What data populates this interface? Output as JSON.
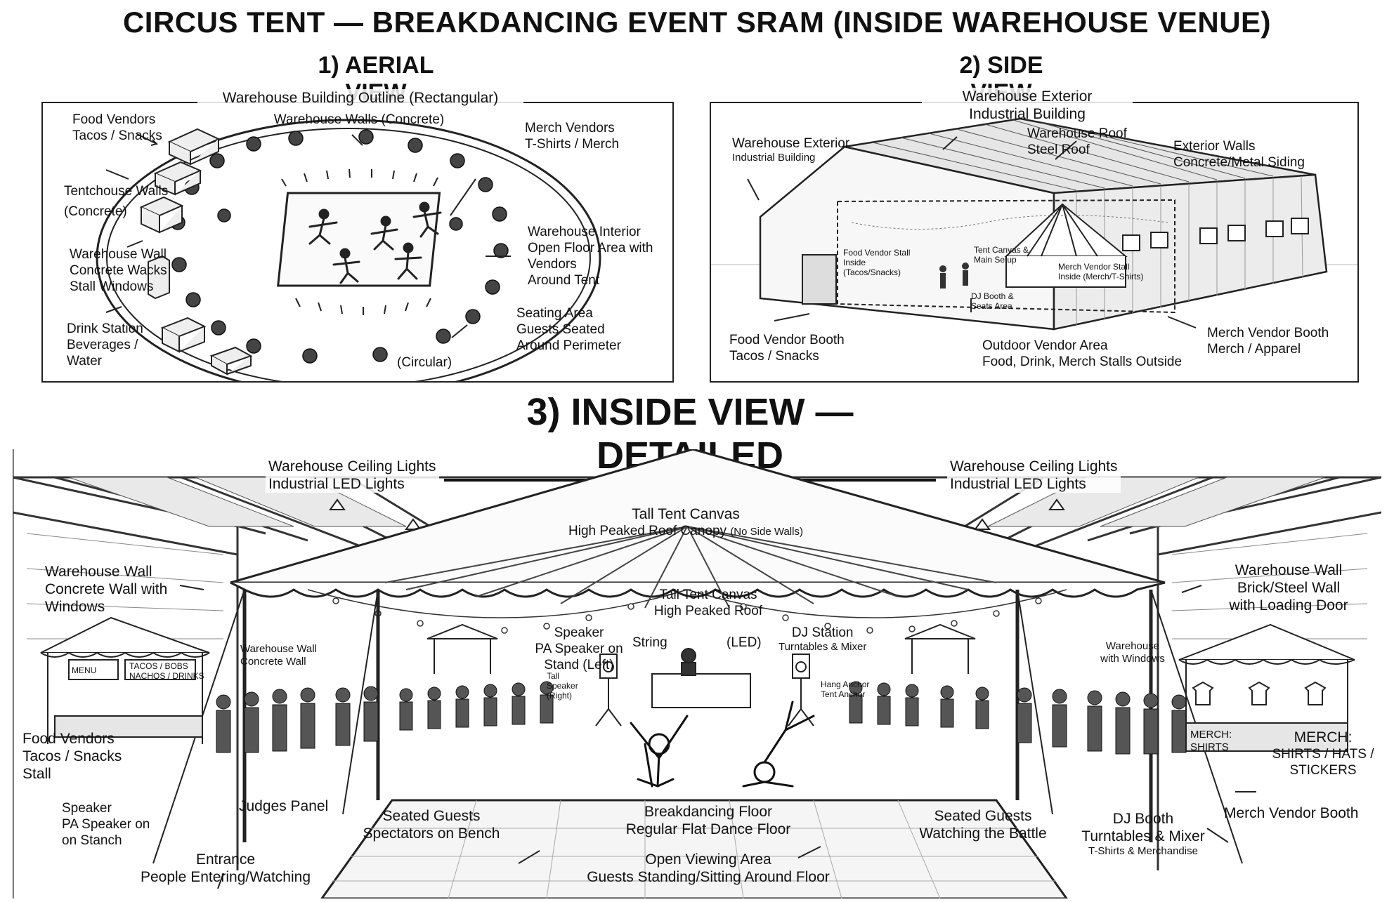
{
  "title": "CIRCUS TENT — BREAKDANCING EVENT SRAM (INSIDE WAREHOUSE VENUE)",
  "aerial": {
    "heading": "1) AERIAL VIEW",
    "outline_label": "Warehouse Building Outline (Rectangular)",
    "walls_label": "Warehouse Walls (Concrete)",
    "food_vendors": [
      "Food Vendors",
      "Tacos / Snacks"
    ],
    "merch_vendors": [
      "Merch Vendors",
      "T-Shirts / Merch"
    ],
    "tenthouse_walls": [
      "Tentchouse Walls",
      "(Concrete)"
    ],
    "warehouse_wall": [
      "Warehouse Wall",
      "Concrete Wacks",
      "Stall Windows"
    ],
    "interior": [
      "Warehouse Interior",
      "Open Floor Area with",
      "Vendors",
      "Around Tent"
    ],
    "seating": [
      "Seating Area",
      "Guests Seated",
      "Around Perimeter"
    ],
    "drink_station": [
      "Drink Station",
      "Beverages /",
      "Water"
    ],
    "circular": "(Circular)"
  },
  "side": {
    "heading": "2) SIDE VIEW",
    "exterior_top": [
      "Warehouse Exterior",
      "Industrial Building"
    ],
    "exterior_left": [
      "Warehouse Exterior",
      "Industrial Building"
    ],
    "roof": [
      "Warehouse Roof",
      "Steel Roof"
    ],
    "exterior_walls": [
      "Exterior Walls",
      "Concrete/Metal Siding"
    ],
    "food_stall_inside": [
      "Food Vendor Stall",
      "Inside",
      "(Tacos/Snacks)"
    ],
    "merch_stall_inside": [
      "Merch Vendor Stall",
      "Inside (Merch/T-Shirts)"
    ],
    "center_small": [
      "Tent Canvas &",
      "Main Setup"
    ],
    "dj_small": [
      "DJ Booth &",
      "Seats Area"
    ],
    "food_booth": [
      "Food Vendor Booth",
      "Tacos / Snacks"
    ],
    "outdoor_area": [
      "Outdoor Vendor Area",
      "Food, Drink, Merch Stalls Outside"
    ],
    "merch_booth": [
      "Merch Vendor Booth",
      "Merch / Apparel"
    ]
  },
  "inside": {
    "heading": "3) INSIDE VIEW — DETAILED",
    "ceiling_left": [
      "Warehouse Ceiling Lights",
      "Industrial LED Lights"
    ],
    "ceiling_right": [
      "Warehouse Ceiling Lights",
      "Industrial LED Lights"
    ],
    "tent_canvas": "Tall Tent Canvas",
    "tent_canopy_main": "High Peaked Roof Canopy",
    "tent_canopy_note": "(No Side Walls)",
    "wall_left": [
      "Warehouse Wall",
      "Concrete Wall with",
      "Windows"
    ],
    "wall_left_small": [
      "Warehouse Wall",
      "Concrete Wall"
    ],
    "tent_roof": [
      "Tall Tent Canvas",
      "High Peaked Roof"
    ],
    "speaker_left": [
      "Speaker",
      "PA Speaker on",
      "Stand (Left)"
    ],
    "speaker_right_small": [
      "Tall",
      "Speaker",
      "(Right)"
    ],
    "string": "String",
    "led": "(LED)",
    "dj_station": [
      "DJ Station",
      "Turntables & Mixer"
    ],
    "hanging": [
      "Hang Anchor",
      "Tent Anchor"
    ],
    "wall_right": [
      "Warehouse Wall",
      "Brick/Steel Wall",
      "with Loading Door"
    ],
    "warehouse_windows": [
      "Warehouse",
      "with Windows"
    ],
    "food_sign": [
      "MENU",
      "TACOS / BOBS",
      "NACHOS / DRINKS"
    ],
    "food_stall": [
      "Food Vendors",
      "Tacos / Snacks",
      "Stall"
    ],
    "merch_sign": [
      "MERCH:",
      "SHIRTS"
    ],
    "merch_label": [
      "MERCH:",
      "SHIRTS / HATS /",
      "STICKERS"
    ],
    "speaker_bottom": [
      "Speaker",
      "PA Speaker on",
      "on Stanch"
    ],
    "judges": "Judges Panel",
    "entrance": [
      "Entrance",
      "People Entering/Watching"
    ],
    "seated_left": [
      "Seated Guests",
      "Spectators on Bench"
    ],
    "floor": [
      "Breakdancing Floor",
      "Regular Flat Dance Floor"
    ],
    "viewing": [
      "Open Viewing Area",
      "Guests Standing/Sitting Around Floor"
    ],
    "seated_right": [
      "Seated Guests",
      "Watching the Battle"
    ],
    "dj_booth": [
      "DJ Booth",
      "Turntables & Mixer",
      "T-Shirts & Merchandise"
    ],
    "merch_booth": "Merch Vendor Booth"
  },
  "colors": {
    "ink": "#111111",
    "line": "#333333",
    "shade": "#d9d9d9",
    "light": "#f2f2f2"
  }
}
